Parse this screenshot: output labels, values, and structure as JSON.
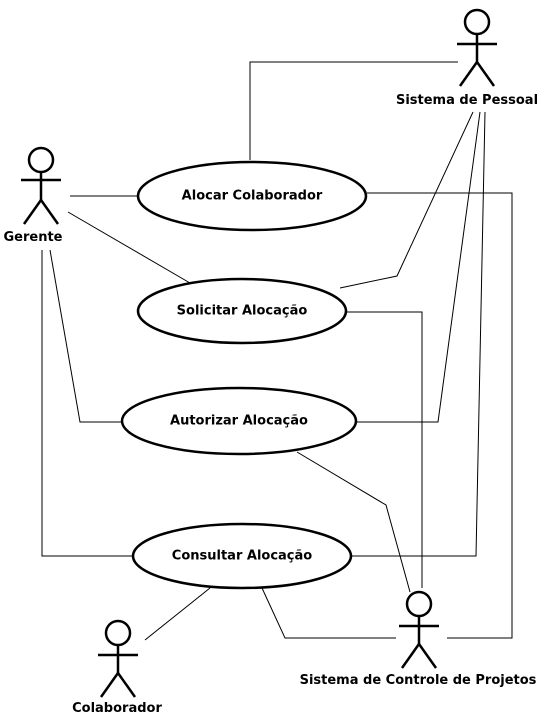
{
  "actors": {
    "gerente": "Gerente",
    "sistema_pessoal": "Sistema de Pessoal",
    "sistema_projetos": "Sistema de Controle de Projetos",
    "colaborador": "Colaborador"
  },
  "use_cases": {
    "alocar": "Alocar Colaborador",
    "solicitar": "Solicitar Alocação",
    "autorizar": "Autorizar Alocação",
    "consultar": "Consultar Alocação"
  }
}
